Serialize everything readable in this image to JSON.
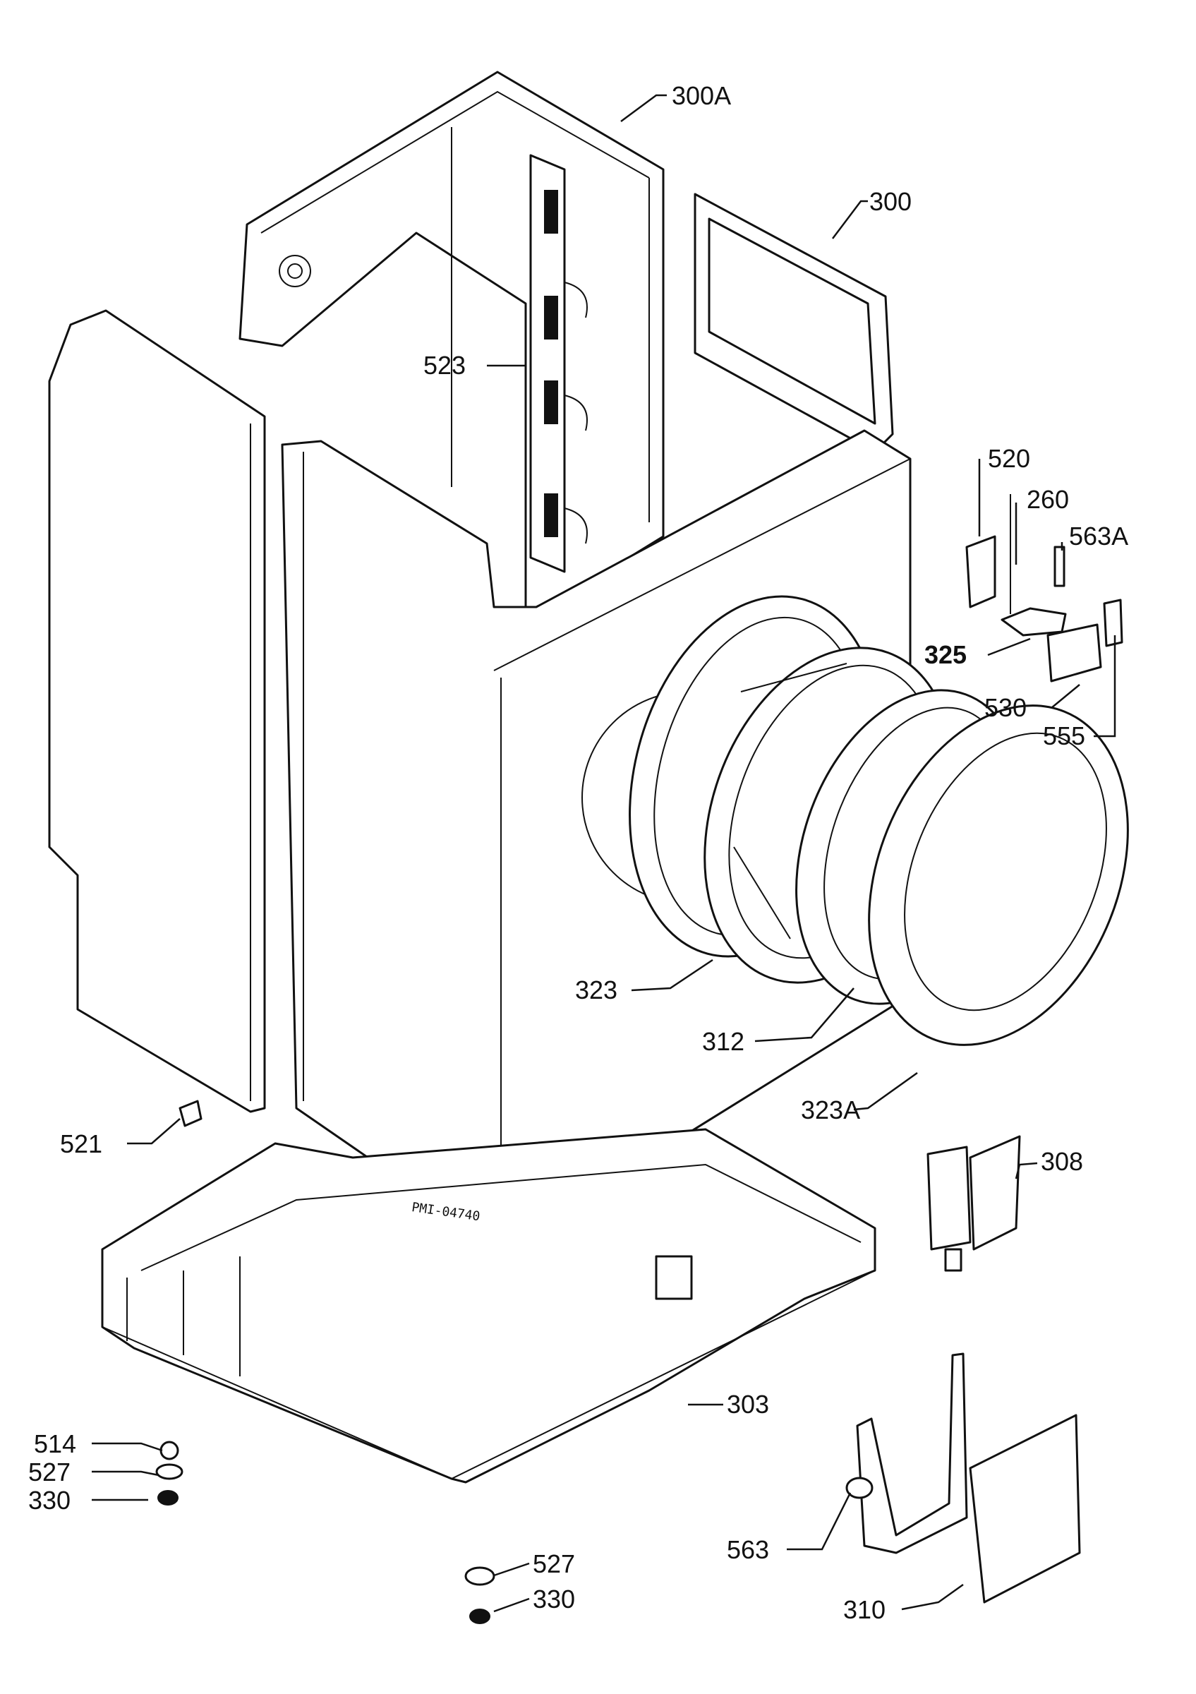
{
  "drawing": {
    "code": "PMI-04740",
    "labels": [
      {
        "id": "300A",
        "text": "300A",
        "bold": false
      },
      {
        "id": "300",
        "text": "300",
        "bold": false
      },
      {
        "id": "523",
        "text": "523",
        "bold": false
      },
      {
        "id": "520",
        "text": "520",
        "bold": false
      },
      {
        "id": "260",
        "text": "260",
        "bold": false
      },
      {
        "id": "563A",
        "text": "563A",
        "bold": false
      },
      {
        "id": "325",
        "text": "325",
        "bold": true
      },
      {
        "id": "530",
        "text": "530",
        "bold": false
      },
      {
        "id": "555",
        "text": "555",
        "bold": false
      },
      {
        "id": "323",
        "text": "323",
        "bold": false
      },
      {
        "id": "312",
        "text": "312",
        "bold": false
      },
      {
        "id": "323A",
        "text": "323A",
        "bold": false
      },
      {
        "id": "521",
        "text": "521",
        "bold": false
      },
      {
        "id": "308",
        "text": "308",
        "bold": false
      },
      {
        "id": "303",
        "text": "303",
        "bold": false
      },
      {
        "id": "514",
        "text": "514",
        "bold": false
      },
      {
        "id": "527a",
        "text": "527",
        "bold": false
      },
      {
        "id": "330a",
        "text": "330",
        "bold": false
      },
      {
        "id": "563",
        "text": "563",
        "bold": false
      },
      {
        "id": "527b",
        "text": "527",
        "bold": false
      },
      {
        "id": "330b",
        "text": "330",
        "bold": false
      },
      {
        "id": "310",
        "text": "310",
        "bold": false
      }
    ]
  }
}
